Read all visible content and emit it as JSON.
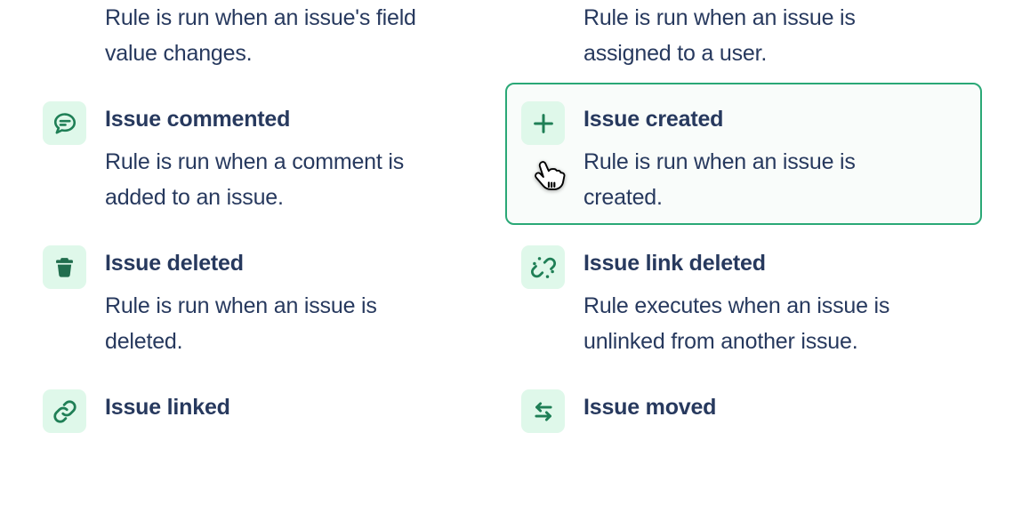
{
  "colors": {
    "page_bg": "#ffffff",
    "text": "#27395e",
    "icon_green": "#1f7f56",
    "icon_fill_green": "#216e4e",
    "icon_bg": "#dff8ea",
    "selected_border": "#2aa876",
    "selected_bg": "#f9fcfa"
  },
  "triggers": {
    "items": [
      {
        "id": "field-value-changed",
        "title": "",
        "description": "Rule is run when an issue's field value changes.",
        "icon": "",
        "partial": true,
        "selected": false
      },
      {
        "id": "issue-assigned",
        "title": "",
        "description": "Rule is run when an issue is assigned to a user.",
        "icon": "",
        "partial": true,
        "selected": false
      },
      {
        "id": "issue-commented",
        "title": "Issue commented",
        "description": "Rule is run when a comment is added to an issue.",
        "icon": "comment-icon",
        "partial": false,
        "selected": false
      },
      {
        "id": "issue-created",
        "title": "Issue created",
        "description": "Rule is run when an issue is created.",
        "icon": "plus-icon",
        "partial": false,
        "selected": true
      },
      {
        "id": "issue-deleted",
        "title": "Issue deleted",
        "description": "Rule is run when an issue is deleted.",
        "icon": "trash-icon",
        "partial": false,
        "selected": false
      },
      {
        "id": "issue-link-deleted",
        "title": "Issue link deleted",
        "description": "Rule executes when an issue is unlinked from another issue.",
        "icon": "link-broken-icon",
        "partial": false,
        "selected": false
      },
      {
        "id": "issue-linked",
        "title": "Issue linked",
        "description": "",
        "icon": "link-icon",
        "partial": false,
        "selected": false
      },
      {
        "id": "issue-moved",
        "title": "Issue moved",
        "description": "",
        "icon": "arrows-icon",
        "partial": false,
        "selected": false
      }
    ]
  },
  "cursor": {
    "type": "pointer-hand"
  }
}
